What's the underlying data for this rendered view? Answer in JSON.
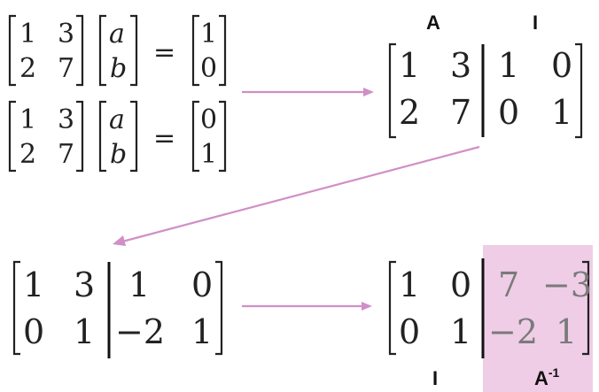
{
  "system1": {
    "matrix": [
      "1",
      "3",
      "2",
      "7"
    ],
    "vector": [
      "a",
      "b"
    ],
    "equals": "=",
    "rhs": [
      "1",
      "0"
    ]
  },
  "system2": {
    "matrix": [
      "1",
      "3",
      "2",
      "7"
    ],
    "vector": [
      "a",
      "b"
    ],
    "equals": "=",
    "rhs": [
      "0",
      "1"
    ]
  },
  "augmented_start": {
    "label_left": "A",
    "label_right": "I",
    "left": [
      "1",
      "3",
      "2",
      "7"
    ],
    "right": [
      "1",
      "0",
      "0",
      "1"
    ]
  },
  "augmented_mid": {
    "left": [
      "1",
      "3",
      "0",
      "1"
    ],
    "right": [
      "1",
      "0",
      "−2",
      "1"
    ]
  },
  "augmented_final": {
    "left": [
      "1",
      "0",
      "0",
      "1"
    ],
    "right": [
      "7",
      "−3",
      "−2",
      "1"
    ],
    "label_left": "I",
    "label_right": "A",
    "label_right_sup": "-1",
    "highlight_color": "#efcde6"
  },
  "colors": {
    "arrow": "#d08fc6",
    "text": "#222222"
  }
}
